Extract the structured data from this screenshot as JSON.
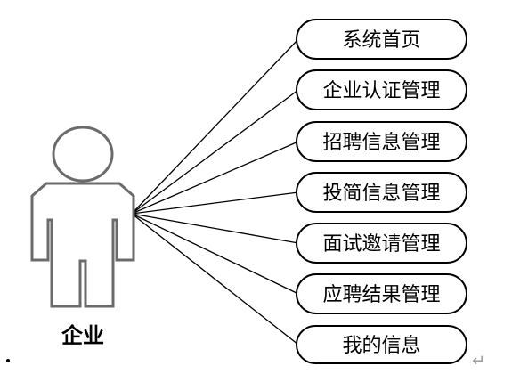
{
  "actor": {
    "label": "企业",
    "icon": "person-outline-icon"
  },
  "use_cases": [
    {
      "label": "系统首页"
    },
    {
      "label": "企业认证管理"
    },
    {
      "label": "招聘信息管理"
    },
    {
      "label": "投简信息管理"
    },
    {
      "label": "面试邀请管理"
    },
    {
      "label": "应聘结果管理"
    },
    {
      "label": "我的信息"
    }
  ],
  "decorations": {
    "return_mark": "↵"
  },
  "colors": {
    "actor_outline": "#6b6b6b",
    "line": "#000000",
    "background": "#ffffff"
  }
}
